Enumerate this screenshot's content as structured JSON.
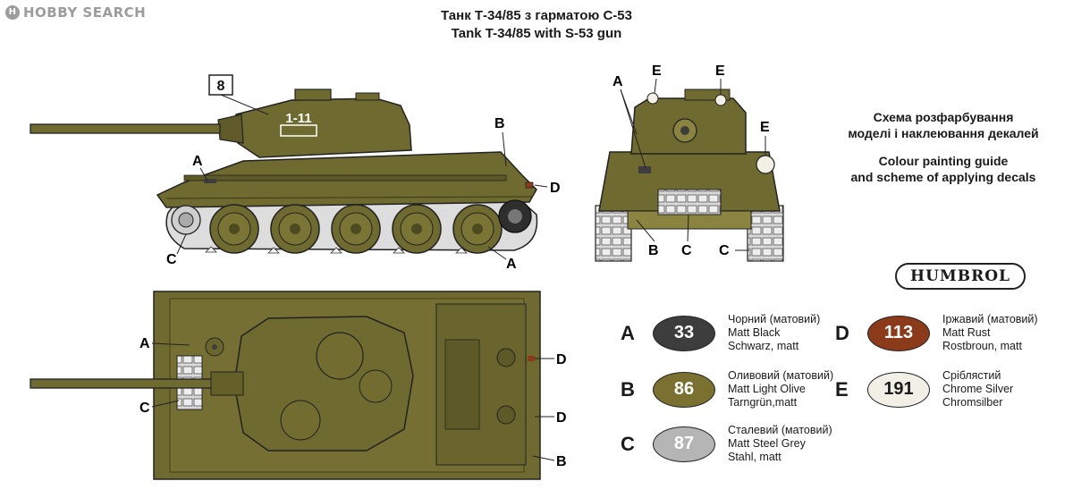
{
  "watermark": {
    "brand": "HOBBY SEARCH"
  },
  "title": {
    "line_uk": "Танк Т-34/85 з гарматою С-53",
    "line_en": "Tank T-34/85 with S-53 gun"
  },
  "guide": {
    "uk_line1": "Схема розфарбування",
    "uk_line2": "моделі і наклеювання декалей",
    "en_line1": "Colour painting guide",
    "en_line2": "and scheme of applying decals"
  },
  "brand": "HUMBROL",
  "markings": {
    "side_number": "8",
    "turret_code": "1-11"
  },
  "callouts": {
    "a": "A",
    "b": "B",
    "c": "C",
    "d": "D",
    "e": "E"
  },
  "paints": [
    {
      "letter": "A",
      "code": "33",
      "uk": "Чорний (матовий)",
      "en": "Matt Black",
      "de": "Schwarz, matt",
      "color": "#3d3d3d",
      "text_color": "#ffffff"
    },
    {
      "letter": "B",
      "code": "86",
      "uk": "Оливовий (матовий)",
      "en": "Matt Light Olive",
      "de": "Tarngrün,matt",
      "color": "#7a7130",
      "text_color": "#ffffff"
    },
    {
      "letter": "C",
      "code": "87",
      "uk": "Сталевий (матовий)",
      "en": "Matt Steel Grey",
      "de": "Stahl, matt",
      "color": "#b5b5b5",
      "text_color": "#ffffff"
    },
    {
      "letter": "D",
      "code": "113",
      "uk": "Іржавий (матовий)",
      "en": "Matt Rust",
      "de": "Rostbroun, matt",
      "color": "#8b3a1a",
      "text_color": "#ffffff"
    },
    {
      "letter": "E",
      "code": "191",
      "uk": "Сріблястий",
      "en": "Chrome Silver",
      "de": "Chromsilber",
      "color": "#f2efe6",
      "text_color": "#1a1a1a"
    }
  ],
  "colors": {
    "olive": "#6f6a2f",
    "olive_dark": "#4e4a1f",
    "olive_light": "#8a8440",
    "track": "#d9d9d9"
  }
}
